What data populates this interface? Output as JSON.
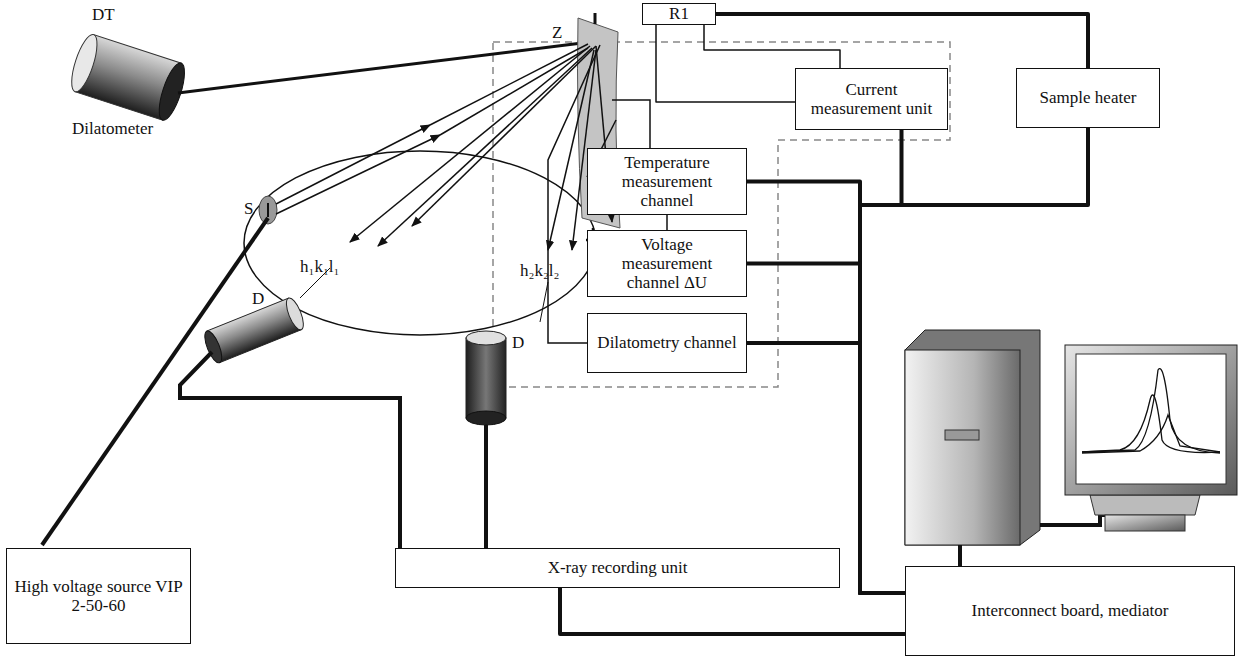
{
  "diagram": {
    "nodes": [
      {
        "text": [
          "R1"
        ]
      },
      {
        "text": [
          "Current measurement unit"
        ]
      },
      {
        "text": [
          "Sample heater"
        ]
      },
      {
        "text": [
          "Temperature measurement channel"
        ]
      },
      {
        "text": [
          "Voltage measurement channel ΔU"
        ]
      },
      {
        "text": [
          "Dilatometry channel"
        ]
      },
      {
        "text": [
          "High voltage source VIP 2-50-60"
        ]
      },
      {
        "text": [
          "X-ray recording unit"
        ]
      },
      {
        "text": [
          "Interconnect board, mediator"
        ]
      }
    ],
    "edges": [
      {
        "from": 0,
        "to": 1,
        "arrow": "none"
      },
      {
        "from": 0,
        "to": 1,
        "arrow": "none"
      },
      {
        "from": 0,
        "to": 2,
        "arrow": "none"
      },
      {
        "from": 3,
        "to": 4,
        "arrow": "none"
      },
      {
        "from": 1,
        "to": 8,
        "arrow": "none"
      },
      {
        "from": 2,
        "to": 8,
        "arrow": "none"
      },
      {
        "from": 3,
        "to": 8,
        "arrow": "none"
      },
      {
        "from": 4,
        "to": 8,
        "arrow": "none"
      },
      {
        "from": 5,
        "to": 8,
        "arrow": "none"
      },
      {
        "from": 7,
        "to": 8,
        "arrow": "none"
      }
    ],
    "labels": [
      "DT",
      "Dilatometer",
      "Z",
      "S",
      "h₁k₁l₁",
      "h₂k₂l₂",
      "D",
      "D"
    ]
  }
}
